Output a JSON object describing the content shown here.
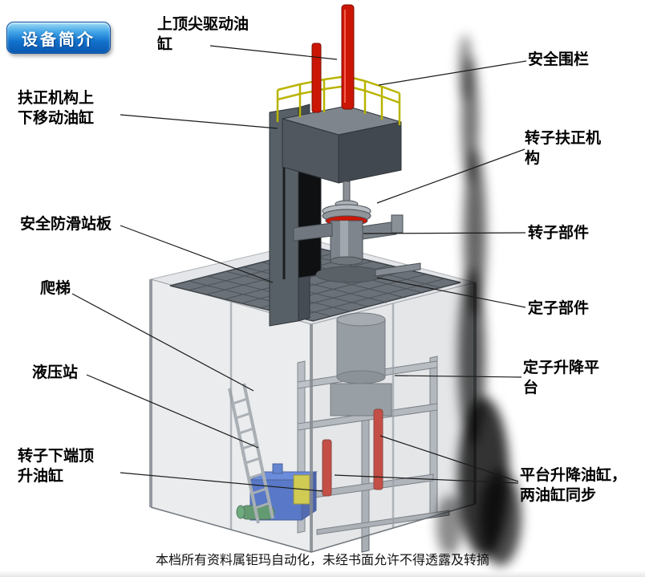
{
  "badge": {
    "label": "设备简介"
  },
  "labels": {
    "top_tip_cylinder": "上顶尖驱动油缸",
    "safety_fence": "安全围栏",
    "centering_lift_cylinder": "扶正机构上下移动油缸",
    "rotor_centering": "转子扶正机构",
    "antislip_board": "安全防滑站板",
    "rotor_part": "转子部件",
    "ladder": "爬梯",
    "stator_part": "定子部件",
    "hydraulic_station": "液压站",
    "stator_lift_platform": "定子升降平台",
    "rotor_bottom_jack": "转子下端顶升油缸",
    "platform_lift_cylinders": "平台升降油缸，两油缸同步"
  },
  "footer": {
    "text": "本档所有资料属钜玛自动化，未经书面允许不得透露及转摘"
  },
  "colors": {
    "cylinder_red": "#cc1605",
    "railing_yellow": "#b9b400",
    "hydraulic_blue": "#1e4ec4",
    "motor_green": "#2e8040",
    "accent_yellow": "#d4cc10",
    "platform_gray": "#6a7178",
    "badge_blue": "#1272cc"
  }
}
